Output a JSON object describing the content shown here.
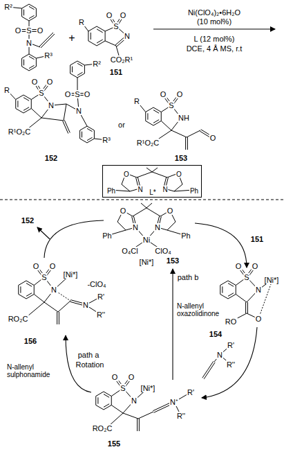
{
  "diagram": {
    "nodes": [
      {
        "text": [
          "O",
          "O",
          "N",
          "N",
          "Ph",
          "Ph",
          "L*"
        ]
      }
    ],
    "labels": [
      "R²",
      "O",
      "S",
      "O",
      "N",
      "R³",
      "+",
      "R",
      "O",
      "O",
      "S",
      "N",
      "CO₂R¹",
      "151",
      "Ni(ClO₄)₂•6H₂O",
      "(10 mol%)",
      "L (12 mol%)",
      "DCE, 4 Å MS, r.t",
      "R",
      "O",
      "O",
      "S",
      "N",
      "R¹O₂C",
      "O",
      "S",
      "O",
      "R²",
      "N",
      "R³",
      "152",
      "or",
      "R",
      "O",
      "O",
      "S",
      "NH",
      "R¹O₂C",
      "O",
      "153",
      "O",
      "O",
      "N",
      "N",
      "Ni",
      "Ph",
      "Ph",
      "O₄Cl",
      "ClO₄",
      "[Ni*]",
      "152",
      "151",
      "O",
      "O",
      "S",
      "N",
      "[Ni*]",
      "O",
      "RO",
      "154",
      "153",
      "path b",
      "N-allenyl oxazolidinone",
      "R'",
      "N",
      "R''",
      "O",
      "O",
      "S",
      "N",
      "[Ni*]",
      "-ClO₄",
      "N",
      "R'",
      "R''",
      "RO₂C",
      "156",
      "N-allenyl sulphonamide",
      "path a",
      "Rotation",
      "O",
      "O",
      "S",
      "N",
      "[Ni*]",
      "N⁺",
      "R'",
      "R''",
      "RO₂C",
      "155"
    ]
  }
}
